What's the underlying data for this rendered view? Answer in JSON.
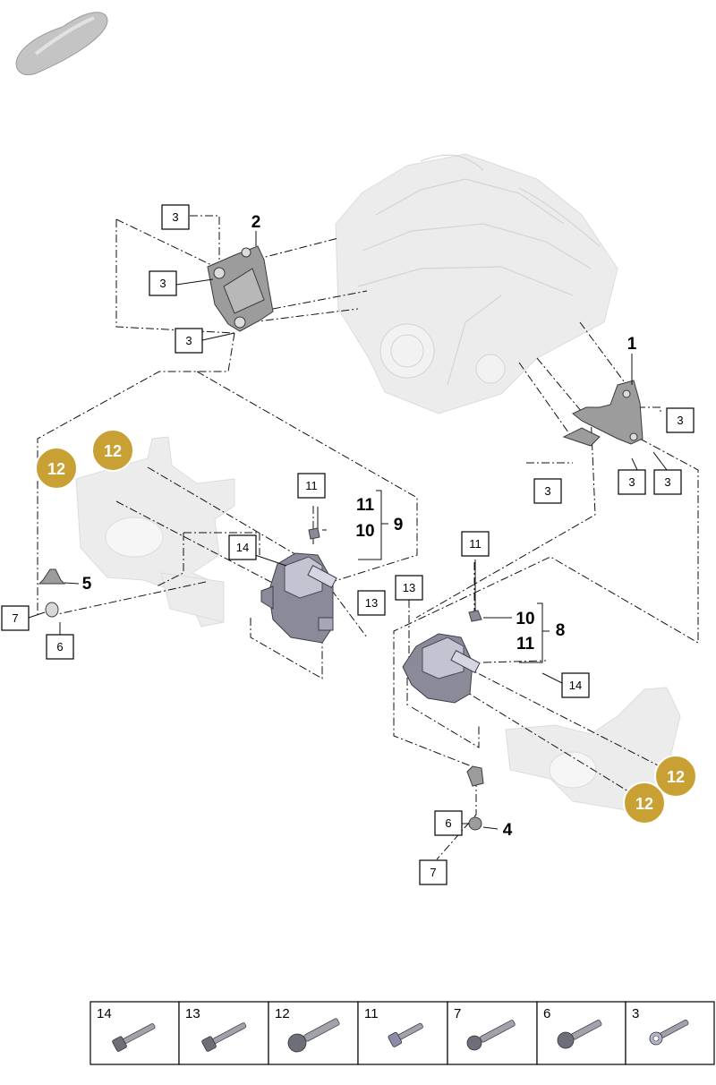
{
  "callouts": {
    "c3_a": "3",
    "c3_b": "3",
    "c3_c": "3",
    "c3_d": "3",
    "c3_e": "3",
    "c3_f": "3",
    "c3_g": "3",
    "c11_left": "11",
    "c14_left": "14",
    "c13_left": "13",
    "c7_left": "7",
    "c6_left": "6",
    "c11_right": "11",
    "c13_right": "13",
    "c14_right": "14",
    "c6_right": "6",
    "c7_right": "7"
  },
  "labels": {
    "l1": "1",
    "l2": "2",
    "l4": "4",
    "l5": "5",
    "l8": "8",
    "l9": "9",
    "l10_left": "10",
    "l11_left": "11",
    "l10_right": "10",
    "l11_right": "11"
  },
  "markers": {
    "m12_a": "12",
    "m12_b": "12",
    "m12_c": "12",
    "m12_d": "12"
  },
  "legend": {
    "items": [
      {
        "number": "14"
      },
      {
        "number": "13"
      },
      {
        "number": "12"
      },
      {
        "number": "11"
      },
      {
        "number": "7"
      },
      {
        "number": "6"
      },
      {
        "number": "3"
      }
    ]
  },
  "colors": {
    "marker_gold": "#c9a033",
    "line": "#111111",
    "ghost_part": "#ececec",
    "mount_part": "#8a8a98"
  }
}
